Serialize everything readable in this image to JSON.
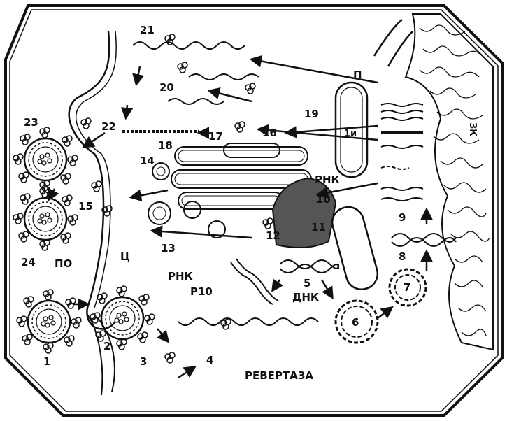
{
  "labels": {
    "n1": "1",
    "n2": "2",
    "n3": "3",
    "n4": "4",
    "n5": "5",
    "n6": "6",
    "n7": "7",
    "n8": "8",
    "n9": "9",
    "n10": "10",
    "n11": "11",
    "n12": "12",
    "n13": "13",
    "n14": "14",
    "n15": "15",
    "n16": "16",
    "n17": "17",
    "n18": "18",
    "n19": "19",
    "n20": "20",
    "n21": "21",
    "n22": "22",
    "n23": "23",
    "n24": "24",
    "po": "ПО",
    "ts": "Ц",
    "p": "П",
    "rnk_top": "РНК",
    "rnk_bottom": "РНК",
    "r10": "Р10",
    "dnk": "ДНК",
    "revertaza": "РЕВЕРТАЗА",
    "zk": "ЗК",
    "in": "1и"
  },
  "colors": {
    "ink": "#111111",
    "background": "#ffffff"
  }
}
